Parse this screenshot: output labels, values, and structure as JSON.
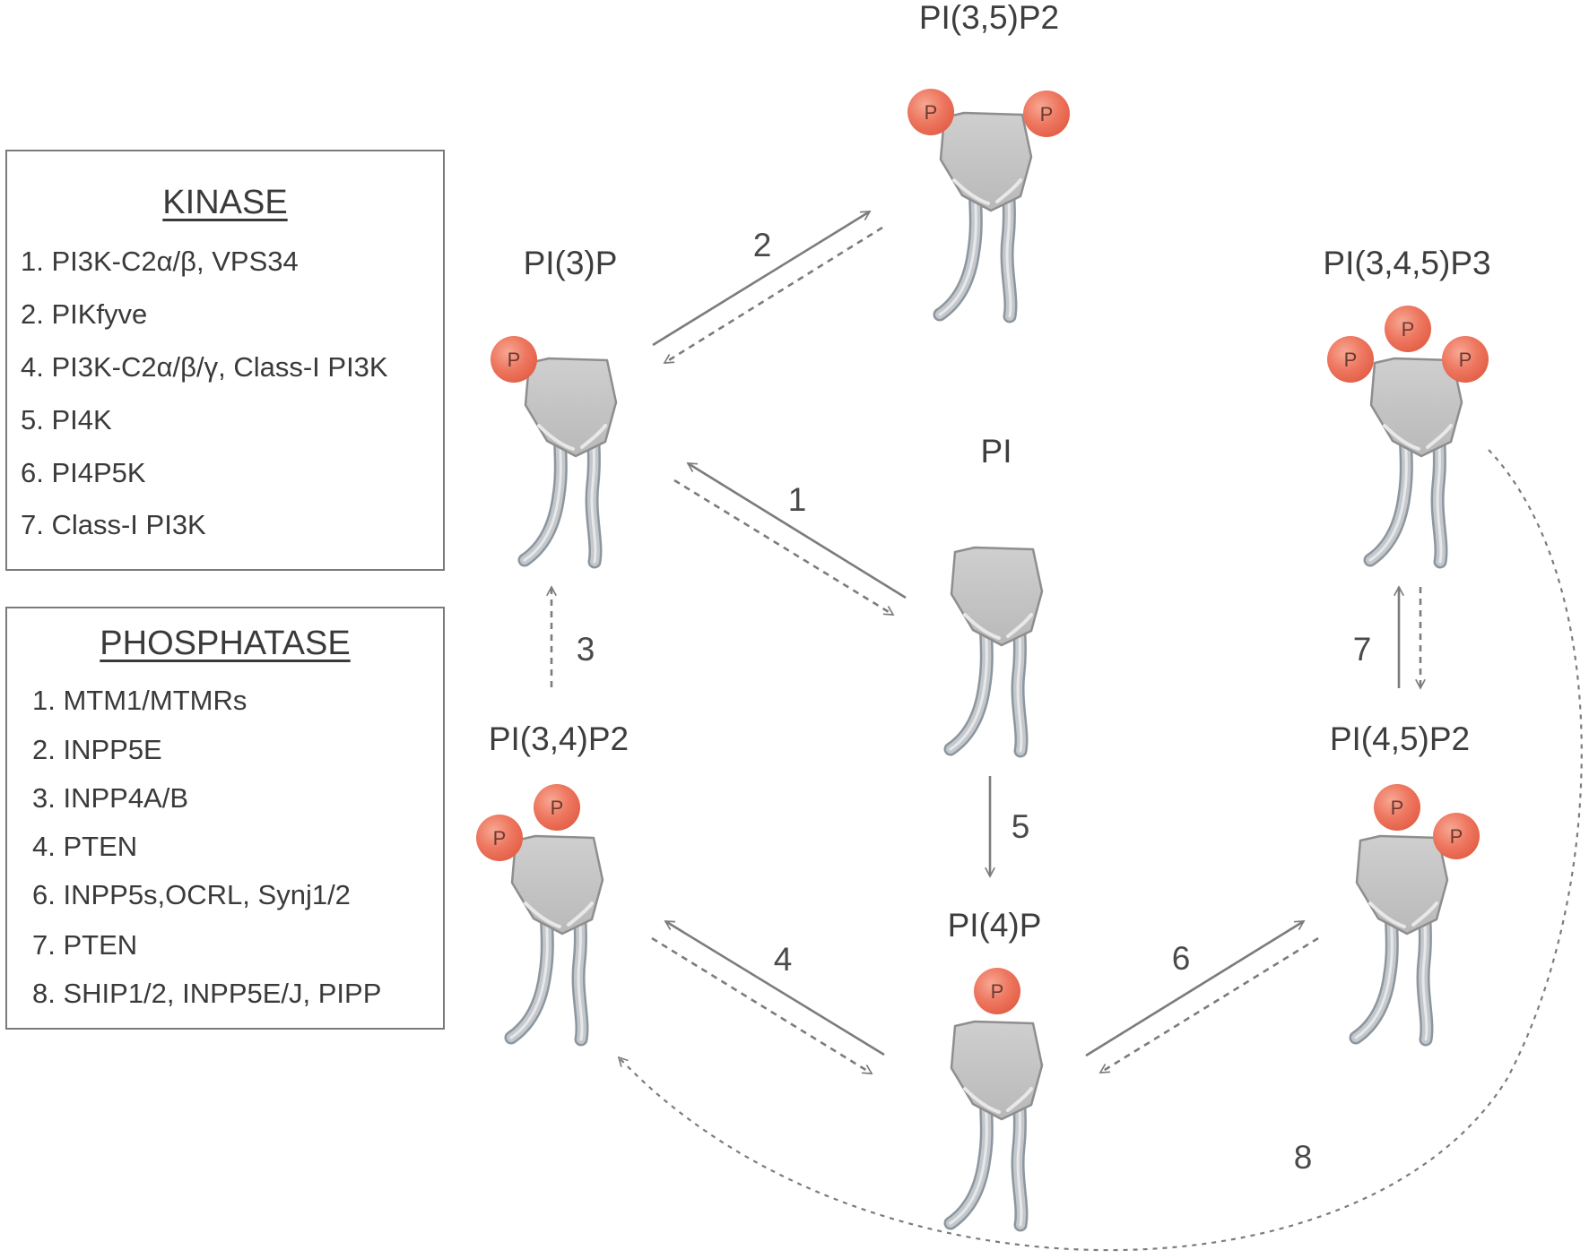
{
  "molecules": [
    {
      "key": "pi35p2",
      "label": "PI(3,5)P2"
    },
    {
      "key": "pi3p",
      "label": "PI(3)P"
    },
    {
      "key": "pi345p3",
      "label": "PI(3,4,5)P3"
    },
    {
      "key": "pi",
      "label": "PI"
    },
    {
      "key": "pi34p2",
      "label": "PI(3,4)P2"
    },
    {
      "key": "pi45p2",
      "label": "PI(4,5)P2"
    },
    {
      "key": "pi4p",
      "label": "PI(4)P"
    }
  ],
  "phosphate_label": "P",
  "steps": [
    {
      "n": "1",
      "from": "PI",
      "to": "PI(3)P"
    },
    {
      "n": "2",
      "from": "PI(3)P",
      "to": "PI(3,5)P2"
    },
    {
      "n": "3",
      "from": "PI(3,4)P2",
      "to": "PI(3)P"
    },
    {
      "n": "4",
      "from": "PI(4)P",
      "to": "PI(3,4)P2"
    },
    {
      "n": "5",
      "from": "PI",
      "to": "PI(4)P"
    },
    {
      "n": "6",
      "from": "PI(4)P",
      "to": "PI(4,5)P2"
    },
    {
      "n": "7",
      "from": "PI(4,5)P2",
      "to": "PI(3,4,5)P3"
    },
    {
      "n": "8",
      "from": "PI(3,4,5)P3",
      "to": "PI(3,4)P2"
    }
  ],
  "legend": {
    "kinase": {
      "title": "KINASE",
      "items": [
        "1. PI3K-C2α/β, VPS34",
        "2. PIKfyve",
        "4. PI3K-C2α/β/γ, Class-I PI3K",
        "5. PI4K",
        "6. PI4P5K",
        "7. Class-I PI3K"
      ]
    },
    "phosphatase": {
      "title": "PHOSPHATASE",
      "items": [
        "1. MTM1/MTMRs",
        "2. INPP5E",
        "3. INPP4A/B",
        "4. PTEN",
        "6. INPP5s,OCRL, Synj1/2",
        "7. PTEN",
        "8. SHIP1/2, INPP5E/J, PIPP"
      ]
    }
  },
  "colors": {
    "headgroup": "#c2c2c2",
    "phosphate": "#ee7760",
    "arrow": "#7c7c7c",
    "text": "#3d3d3d"
  },
  "legend_arrow_note": {
    "solid": "kinase",
    "dashed": "phosphatase"
  }
}
